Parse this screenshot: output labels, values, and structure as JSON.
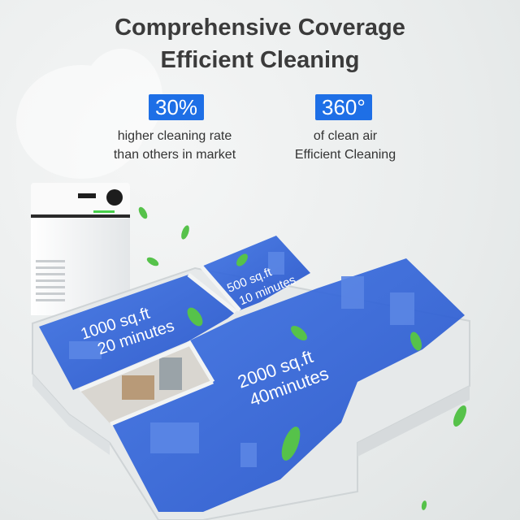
{
  "headline": {
    "line1": "Comprehensive Coverage",
    "line2": "Efficient Cleaning"
  },
  "stats": [
    {
      "value": "30%",
      "line1": "higher cleaning rate",
      "line2": "than others in market"
    },
    {
      "value": "360°",
      "line1": "of clean air",
      "line2": "Efficient Cleaning"
    }
  ],
  "rooms": {
    "small": {
      "area": "500 sq.ft",
      "time": "10 minutes"
    },
    "medium": {
      "area": "1000 sq.ft",
      "time": "20 minutes"
    },
    "large": {
      "area": "2000 sq.ft",
      "time": "40minutes"
    }
  },
  "colors": {
    "accent": "#1e6fe6",
    "room_fill": "#2f62d6",
    "leaf": "#56c24a",
    "wall": "#eef0f0"
  }
}
